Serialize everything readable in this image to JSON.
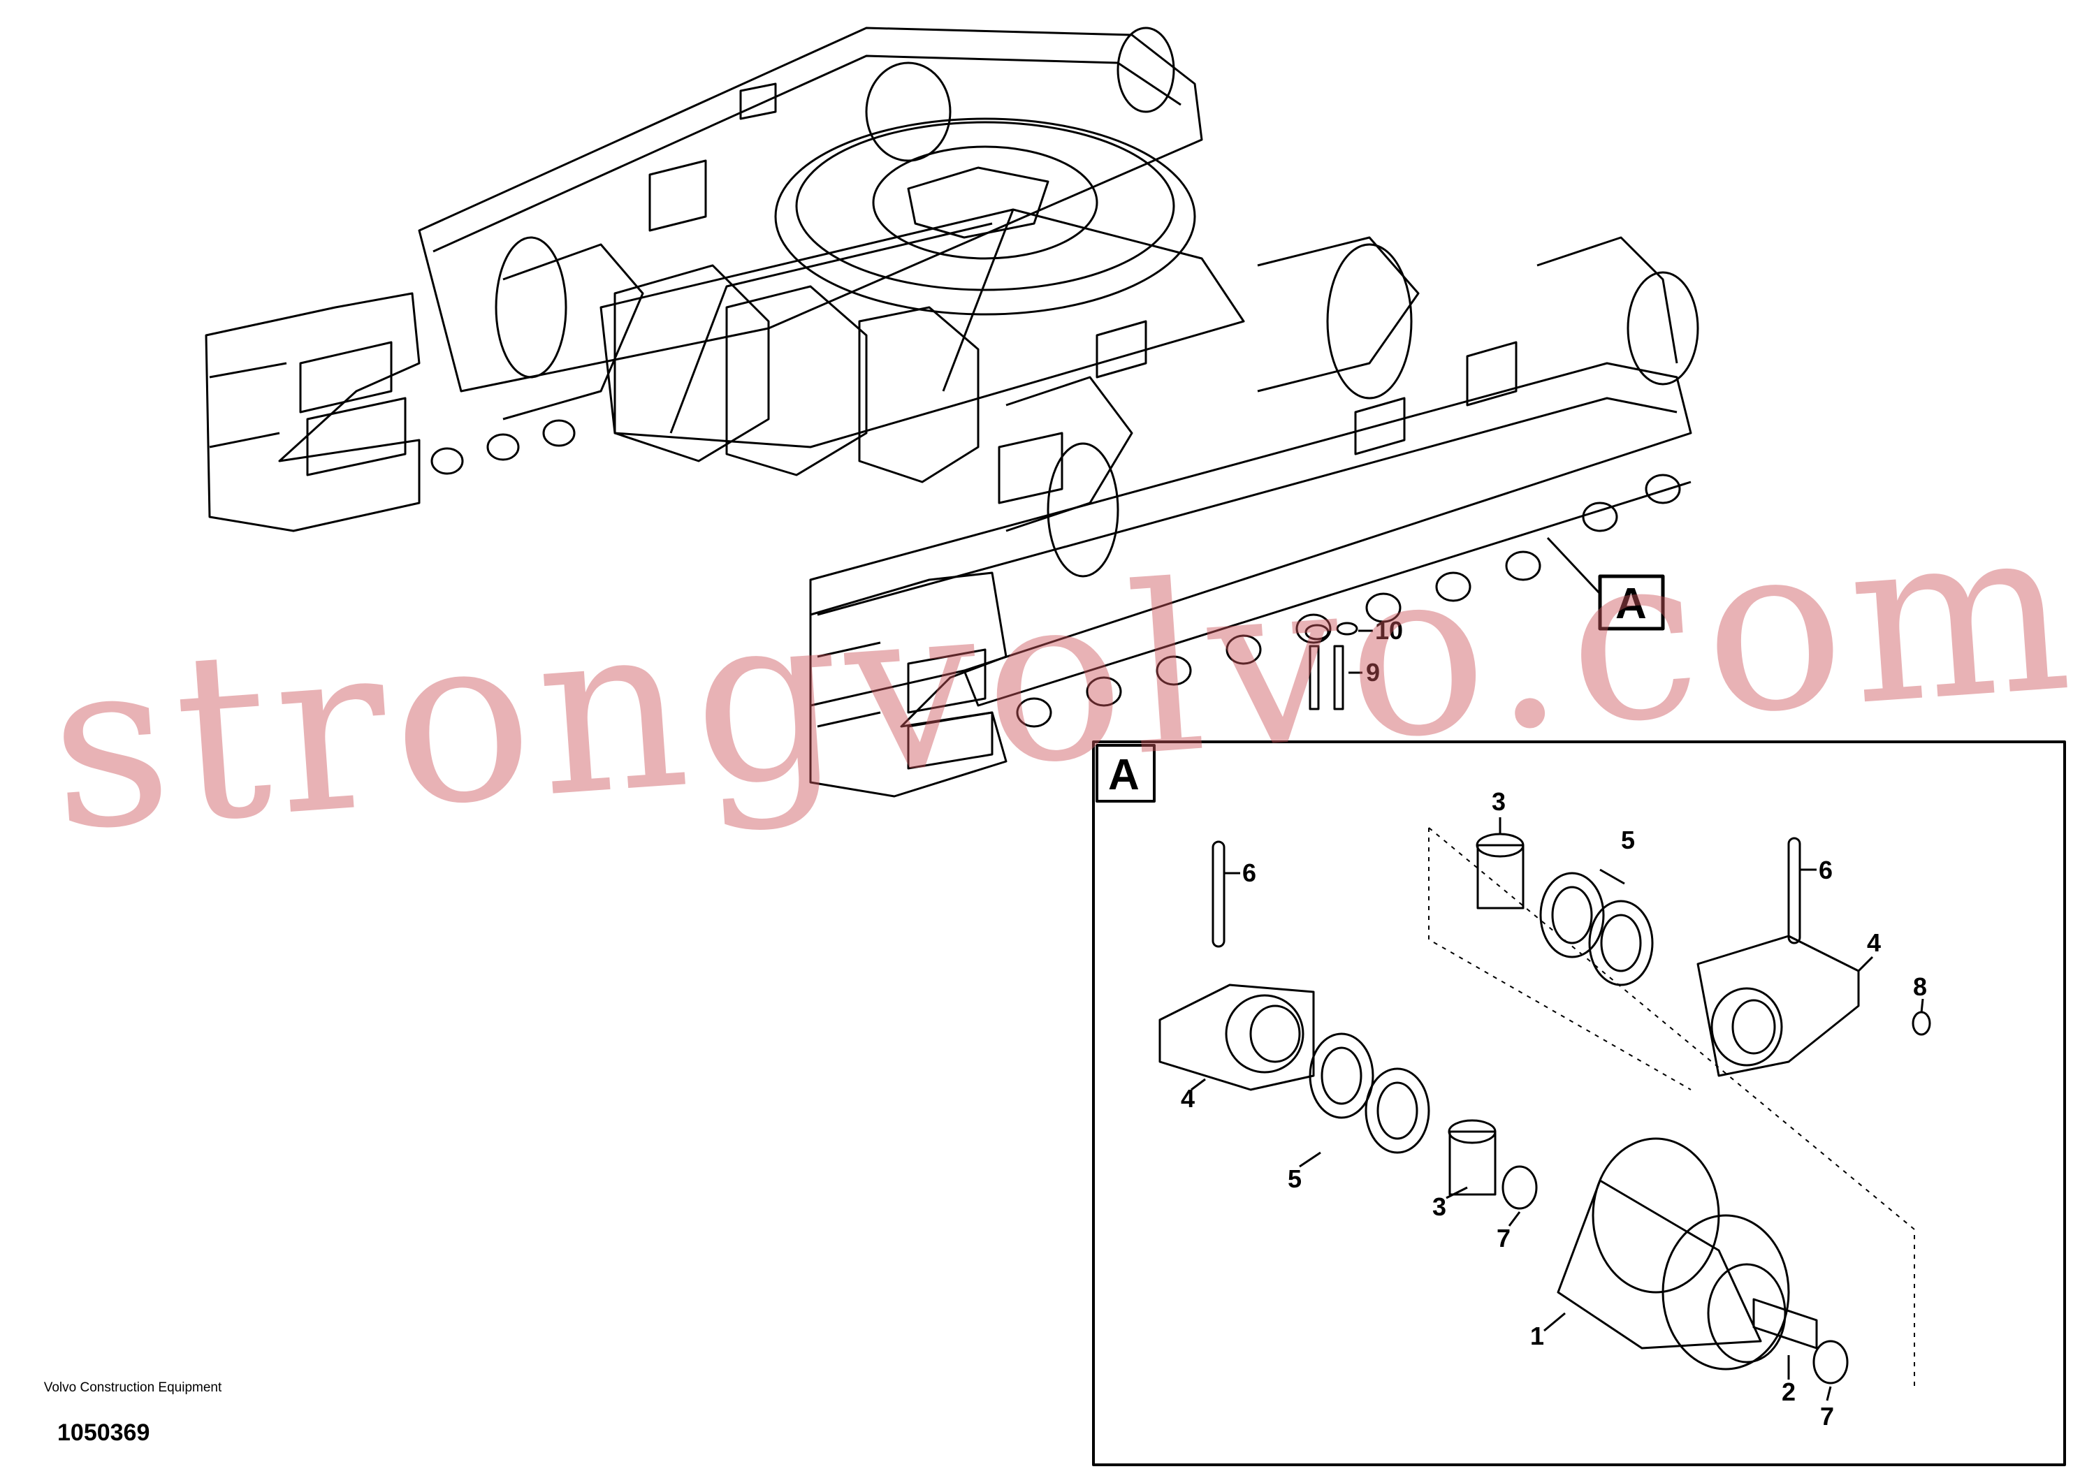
{
  "drawing": {
    "callout_main": "A",
    "detail_title": "A",
    "labels": {
      "p1": "1",
      "p2": "2",
      "p3a": "3",
      "p3b": "3",
      "p4a": "4",
      "p4b": "4",
      "p5a": "5",
      "p5b": "5",
      "p6a": "6",
      "p6b": "6",
      "p7a": "7",
      "p7b": "7",
      "p8": "8",
      "p9": "9",
      "p10": "10"
    },
    "watermark": "strongvolvo.com",
    "manufacturer": "Volvo Construction Equipment",
    "document_number": "1050369"
  }
}
